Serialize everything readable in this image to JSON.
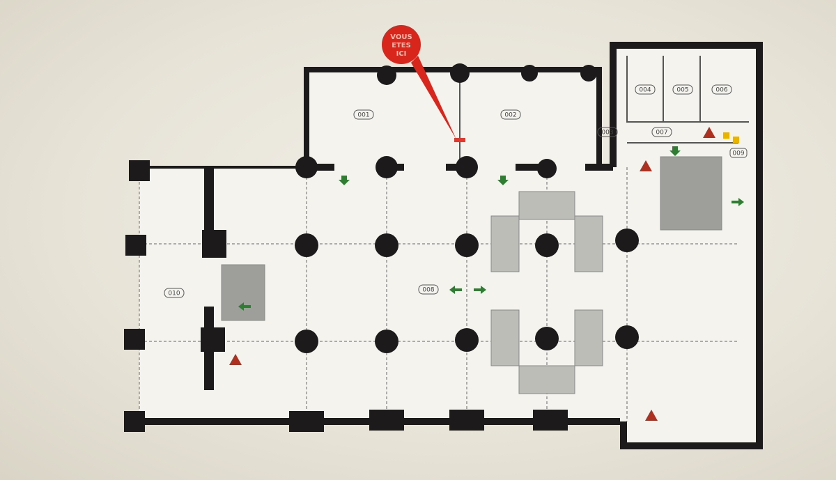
{
  "marker": {
    "line1": "VOUS",
    "line2": "ETES",
    "line3": "ICI",
    "color": "#d8261c"
  },
  "rooms": {
    "r001": "001",
    "r002": "002",
    "r003": "003",
    "r004": "004",
    "r005": "005",
    "r006": "006",
    "r007": "007",
    "r008": "008",
    "r009": "009",
    "r010": "010"
  },
  "colors": {
    "wall": "#1c1a1a",
    "floor": "#f4f3ee",
    "exit_arrow": "#2e7d32",
    "hazard": "#b03020",
    "shaded": "#b8b8b4"
  }
}
